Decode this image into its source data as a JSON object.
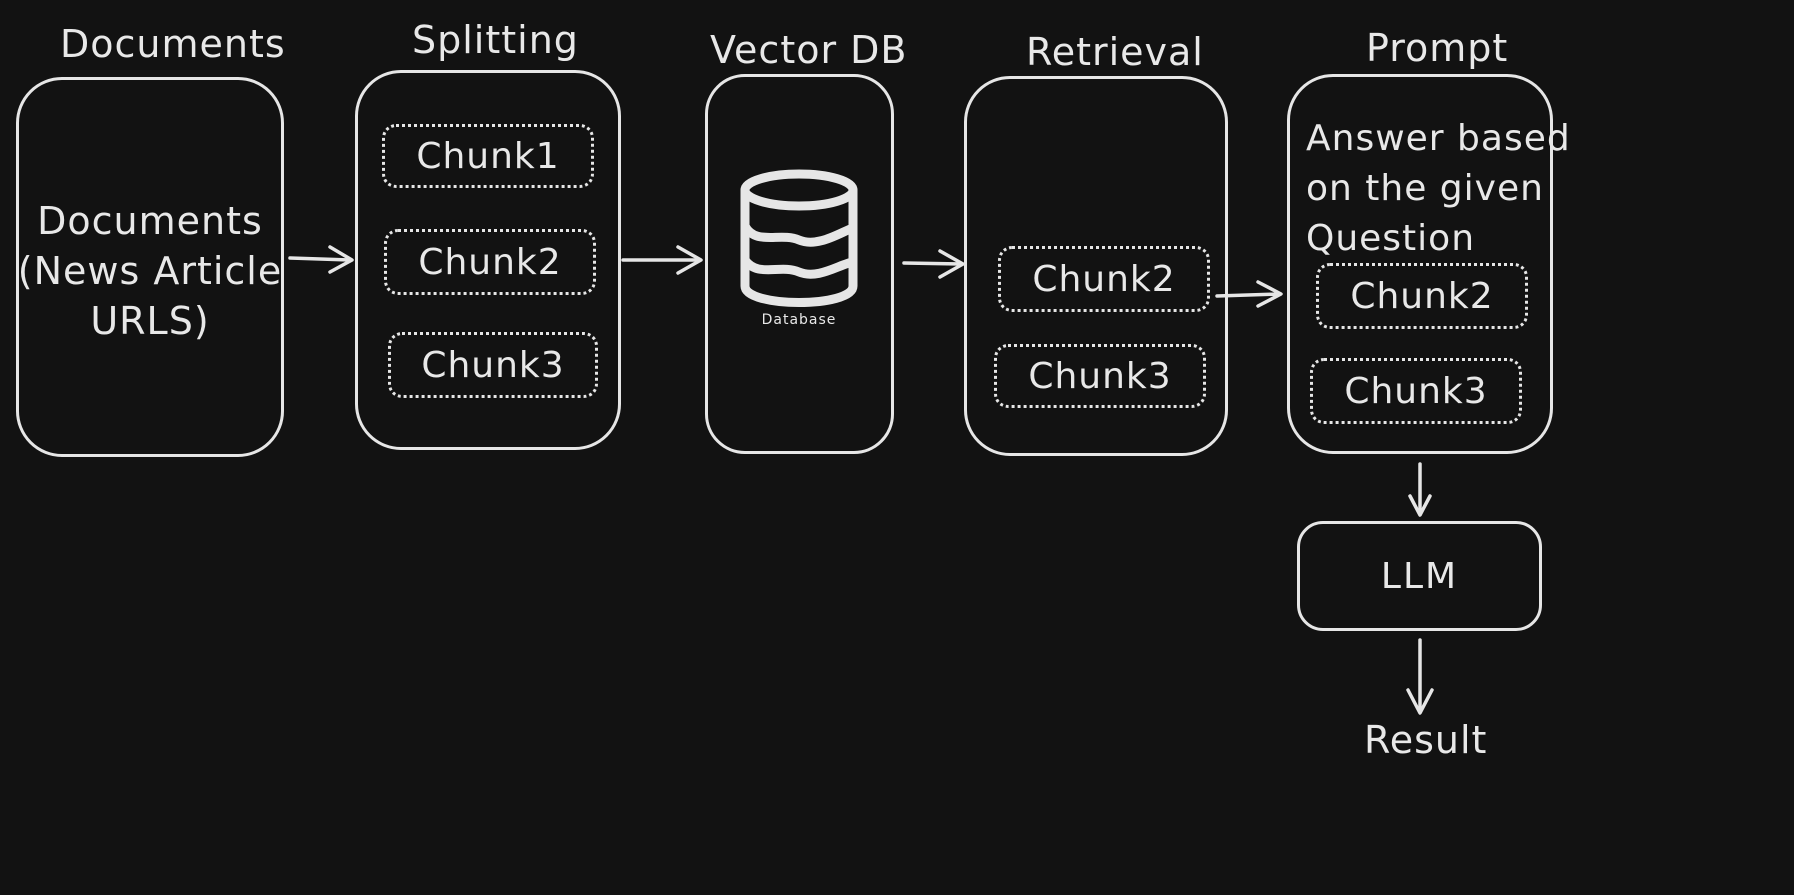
{
  "colors": {
    "background": "#121212",
    "stroke": "#e6e6e6"
  },
  "stages": {
    "documents": {
      "title": "Documents",
      "body_lines": [
        "Documents",
        "(News Article",
        "URLS)"
      ]
    },
    "splitting": {
      "title": "Splitting",
      "chunks": [
        "Chunk1",
        "Chunk2",
        "Chunk3"
      ]
    },
    "vector_db": {
      "title": "Vector DB",
      "icon": "database-icon",
      "icon_label": "Database"
    },
    "retrieval": {
      "title": "Retrieval",
      "chunks": [
        "Chunk2",
        "Chunk3"
      ]
    },
    "prompt": {
      "title": "Prompt",
      "text_lines": [
        "Answer based",
        "on the given",
        "Question"
      ],
      "chunks": [
        "Chunk2",
        "Chunk3"
      ]
    }
  },
  "llm": {
    "label": "LLM"
  },
  "result": {
    "label": "Result"
  }
}
